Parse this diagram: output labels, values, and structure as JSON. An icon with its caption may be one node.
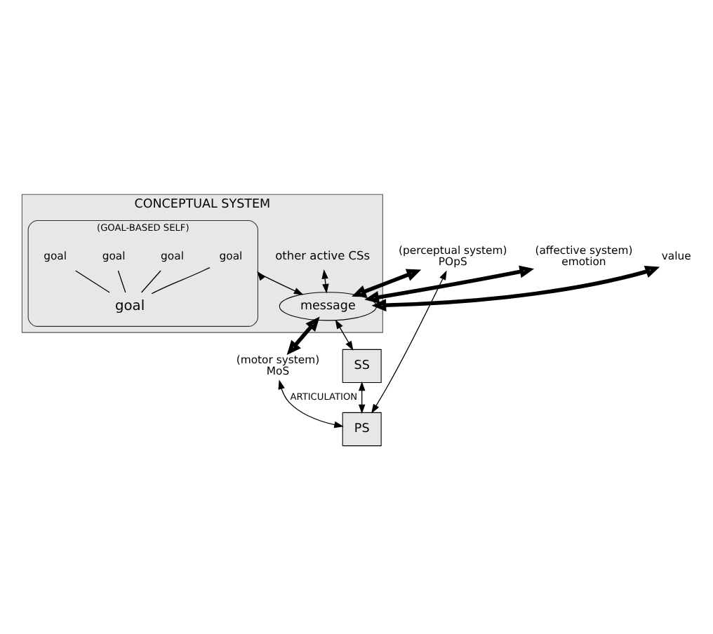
{
  "diagram": {
    "nodes": [
      {
        "text": [
          "CONCEPTUAL SYSTEM"
        ]
      },
      {
        "text": [
          "(GOAL-BASED SELF)"
        ],
        "in": 0
      },
      {
        "text": [
          "goal"
        ],
        "in": 1
      },
      {
        "text": [
          "goal"
        ],
        "in": 1
      },
      {
        "text": [
          "goal"
        ],
        "in": 1
      },
      {
        "text": [
          "goal"
        ],
        "in": 1
      },
      {
        "text": [
          "goal"
        ],
        "in": 1
      },
      {
        "text": [
          "other active CSs"
        ],
        "in": 0
      },
      {
        "text": [
          "message"
        ],
        "in": 0
      },
      {
        "text": [
          "(perceptual system)",
          "POpS"
        ]
      },
      {
        "text": [
          "(affective system)",
          "emotion"
        ]
      },
      {
        "text": [
          "value"
        ]
      },
      {
        "text": [
          "(motor system)",
          "MoS"
        ]
      },
      {
        "text": [
          "SS"
        ]
      },
      {
        "text": [
          "PS"
        ]
      }
    ],
    "edges": [
      {
        "from": 2,
        "to": 6,
        "arrow": "none"
      },
      {
        "from": 3,
        "to": 6,
        "arrow": "none"
      },
      {
        "from": 4,
        "to": 6,
        "arrow": "none"
      },
      {
        "from": 5,
        "to": 6,
        "arrow": "none"
      },
      {
        "from": 1,
        "to": 8,
        "arrow": "both"
      },
      {
        "from": 7,
        "to": 8,
        "arrow": "both"
      },
      {
        "from": 9,
        "to": 8,
        "arrow": "both",
        "style": "thick"
      },
      {
        "from": 10,
        "to": 8,
        "arrow": "both",
        "style": "thick"
      },
      {
        "from": 11,
        "to": 8,
        "arrow": "both",
        "style": "thick"
      },
      {
        "from": 8,
        "to": 12,
        "arrow": "both",
        "style": "thick"
      },
      {
        "from": 8,
        "to": 13,
        "arrow": "both"
      },
      {
        "from": 13,
        "to": 14,
        "arrow": "both"
      },
      {
        "from": 14,
        "to": 12,
        "arrow": "both",
        "label": "ARTICULATION"
      },
      {
        "from": 14,
        "to": 9,
        "arrow": "both"
      }
    ]
  }
}
